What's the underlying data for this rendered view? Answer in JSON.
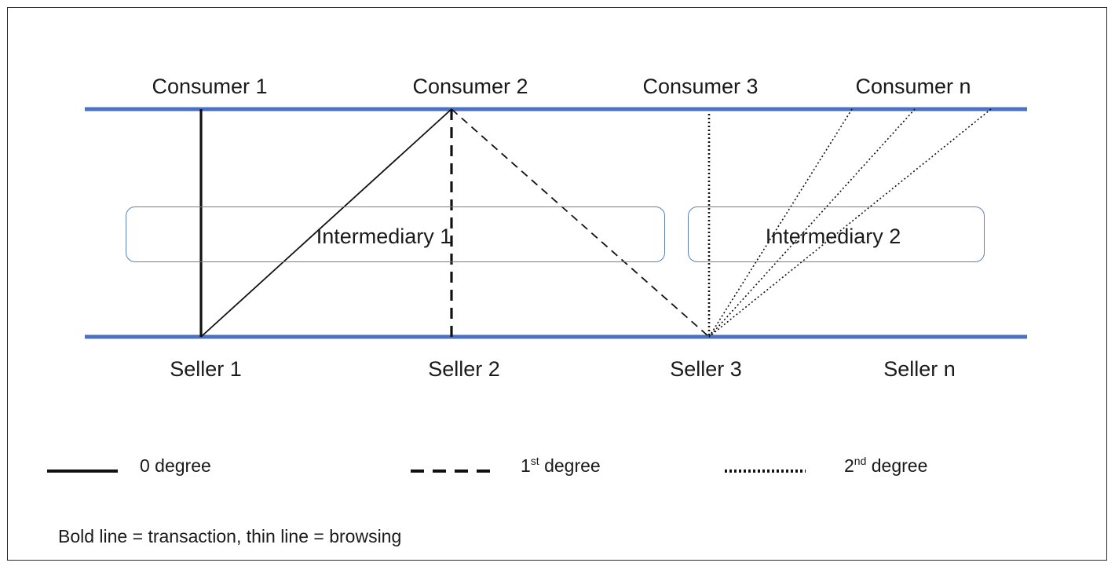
{
  "consumers": [
    {
      "label": "Consumer 1"
    },
    {
      "label": "Consumer 2"
    },
    {
      "label": "Consumer 3"
    },
    {
      "label": "Consumer n"
    }
  ],
  "sellers": [
    {
      "label": "Seller 1"
    },
    {
      "label": "Seller 2"
    },
    {
      "label": "Seller 3"
    },
    {
      "label": "Seller n"
    }
  ],
  "intermediaries": [
    {
      "label": "Intermediary 1"
    },
    {
      "label": "Intermediary 2"
    }
  ],
  "legend": [
    {
      "style": "solid",
      "prefix": "0",
      "sup": "",
      "suffix": " degree"
    },
    {
      "style": "dashed",
      "prefix": "1",
      "sup": "st",
      "suffix": " degree"
    },
    {
      "style": "dotted",
      "prefix": "2",
      "sup": "nd",
      "suffix": " degree"
    }
  ],
  "footnote": "Bold line = transaction, thin line = browsing",
  "colors": {
    "market_line": "#4a72c4",
    "box_border": "#5b7fbf",
    "link": "#111111"
  }
}
